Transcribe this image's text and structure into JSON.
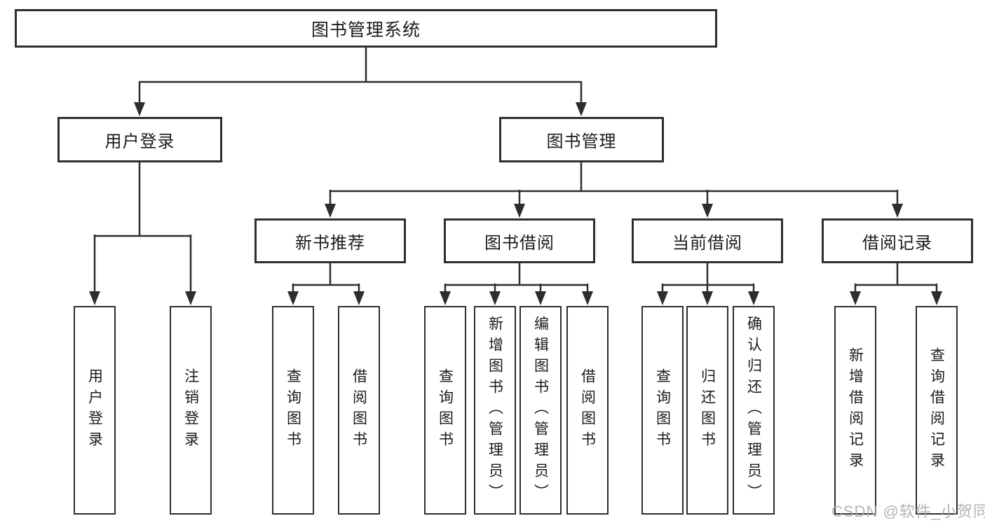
{
  "diagram_title": "图书管理系统",
  "tree": {
    "root": {
      "label": "图书管理系统",
      "children": [
        {
          "label": "用户登录",
          "children": [
            {
              "label": "用户登录"
            },
            {
              "label": "注销登录"
            }
          ]
        },
        {
          "label": "图书管理",
          "children": [
            {
              "label": "新书推荐",
              "children": [
                {
                  "label": "查询图书"
                },
                {
                  "label": "借阅图书"
                }
              ]
            },
            {
              "label": "图书借阅",
              "children": [
                {
                  "label": "查询图书"
                },
                {
                  "label": "新增图书（管理员）"
                },
                {
                  "label": "编辑图书（管理员）"
                },
                {
                  "label": "借阅图书"
                }
              ]
            },
            {
              "label": "当前借阅",
              "children": [
                {
                  "label": "查询图书"
                },
                {
                  "label": "归还图书"
                },
                {
                  "label": "确认归还（管理员）"
                }
              ]
            },
            {
              "label": "借阅记录",
              "children": [
                {
                  "label": "新增借阅记录"
                },
                {
                  "label": "查询借阅记录"
                }
              ]
            }
          ]
        }
      ]
    }
  },
  "watermark": {
    "text": "CSDN @软件_小贺同学"
  },
  "colors": {
    "line": "#2d2d2d",
    "box_border": "#2e2e2e",
    "box_fill": "#ffffff",
    "text": "#1b1b1b",
    "watermark": "#ababab",
    "background": "#ffffff"
  }
}
